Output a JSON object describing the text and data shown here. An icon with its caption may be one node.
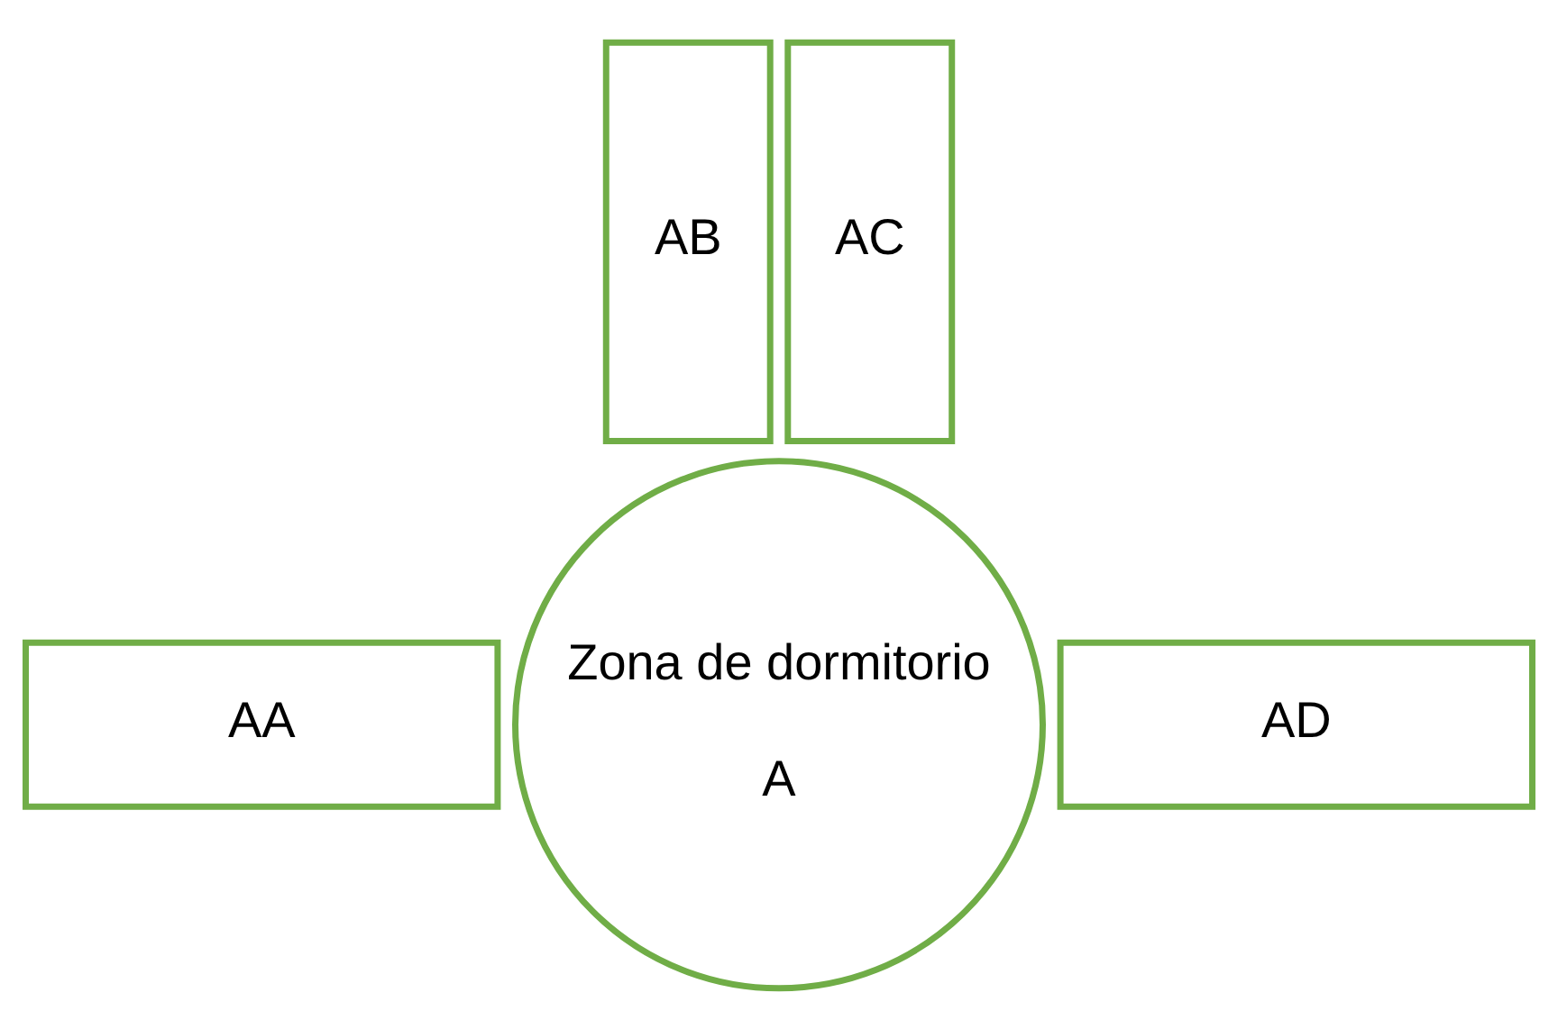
{
  "diagram": {
    "nodes": [
      {
        "text": [
          "AB"
        ]
      },
      {
        "text": [
          "AC"
        ]
      },
      {
        "text": [
          "AA"
        ]
      },
      {
        "text": [
          "Zona de dormitorio",
          "A"
        ]
      },
      {
        "text": [
          "AD"
        ]
      }
    ]
  }
}
